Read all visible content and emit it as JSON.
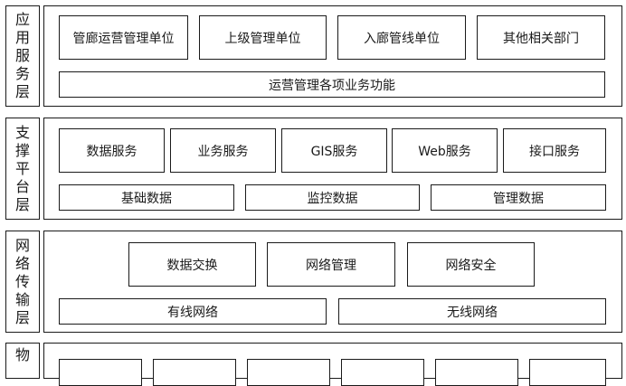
{
  "layers": [
    {
      "label": "应用服务层",
      "top_row": [
        "管廊运营管理单位",
        "上级管理单位",
        "入廊管线单位",
        "其他相关部门"
      ],
      "bottom_row": [
        "运营管理各项业务功能"
      ]
    },
    {
      "label": "支撑平台层",
      "top_row": [
        "数据服务",
        "业务服务",
        "GIS服务",
        "Web服务",
        "接口服务"
      ],
      "bottom_row": [
        "基础数据",
        "监控数据",
        "管理数据"
      ]
    },
    {
      "label": "网络传输层",
      "top_row": [
        "数据交换",
        "网络管理",
        "网络安全"
      ],
      "bottom_row": [
        "有线网络",
        "无线网络"
      ]
    },
    {
      "label": "物"
    }
  ]
}
